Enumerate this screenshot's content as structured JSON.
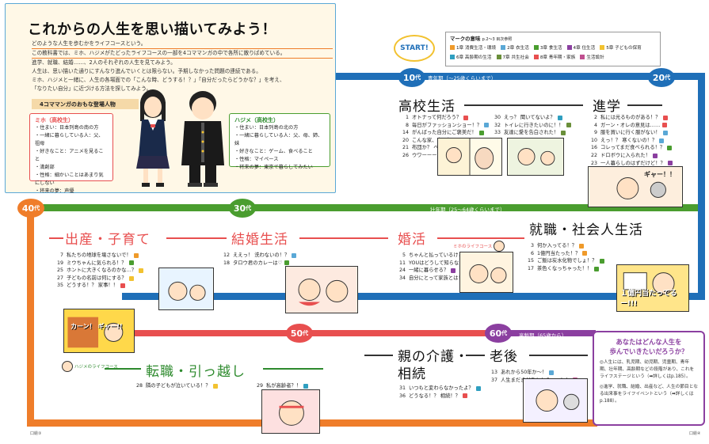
{
  "intro": {
    "title": "これからの人生を思い描いてみよう！",
    "lines": [
      "どのような人生を歩むかをライフコースという。",
      "この教科書では、ミホ、ハジメがたどったライフコースの一部を4コママンガの中で各所に散りばめている。",
      "進学、就職、結婚……、2人のそれぞれの人生を見てみよう。",
      "人生は、思い描いた通りにすんなり進んでいくとは限らない。予期しなかった問題の連続である。",
      "ミホ、ハジメと一緒に、人生の各場面での「こんな時、どうする！？」「自分だったらどうかな？」を考え、",
      "「なりたい自分」に近づける方法を探してみよう。"
    ],
    "characters_heading": "4コママンガのおもな登場人物",
    "miho": {
      "name": "ミホ（高校生）",
      "details": [
        "・住まい：日本列島の南の方",
        "・一緒に暮らしている人：父、祖母",
        "・好きなこと：アニメを見ること",
        "・満創部",
        "・性格：細かいことはあまり気にしない",
        "・将来の夢：声優"
      ]
    },
    "hajime": {
      "name": "ハジメ（高校生）",
      "details": [
        "・住まい：日本列島の北の方",
        "・一緒に暮らしている人：父、母、姉、妹",
        "・好きなこと：ゲーム、食べること",
        "・性格：マイペース",
        "・将来の夢：東京で暮らしてみたい"
      ]
    }
  },
  "legend": {
    "title": "マークの意味",
    "subtitle": "p.2～3 目次参照",
    "items": [
      {
        "label": "1章 消費生活・環境",
        "color": "#ef9a2a"
      },
      {
        "label": "2章 衣生活",
        "color": "#5aa8d6"
      },
      {
        "label": "3章 食生活",
        "color": "#4a9d2f"
      },
      {
        "label": "4章 住生活",
        "color": "#8b3fa0"
      },
      {
        "label": "5章 子どもの保育",
        "color": "#f2c230"
      },
      {
        "label": "6章 高齢期の生活",
        "color": "#2f9fc0"
      },
      {
        "label": "7章 共生社会",
        "color": "#6a8f3a"
      },
      {
        "label": "8章 青年期・家族",
        "color": "#e84f4f"
      },
      {
        "label": "生活設計",
        "color": "#c04f8f"
      }
    ]
  },
  "start_label": "START!",
  "ages": {
    "a10": "10",
    "a20": "20",
    "a30": "30",
    "a40": "40",
    "a50": "50",
    "a60": "60",
    "suffix": "代"
  },
  "periods": {
    "youth": "青年期（～25歳くらいまで）",
    "adult": "壮年期（25～64歳くらいまで）",
    "elder": "高齢期（65歳から）"
  },
  "stages": {
    "highschool": "高校生活",
    "advance": "進学",
    "work": "就職・社会人生活",
    "marriage_start": "婚活",
    "marriage": "結婚生活",
    "childbirth": "出産・子育て",
    "jobchange": "転職・引っ越し",
    "care": "親の介護・",
    "care2": "相続",
    "oldage": "老後"
  },
  "course_labels": {
    "miho": "ミホのライフコース",
    "hajime": "ハジメのライフコース"
  },
  "events": {
    "highschool_a": [
      {
        "n": "1",
        "t": "オトナって何だろう？",
        "c": "#e84f4f"
      },
      {
        "n": "8",
        "t": "毎日がファッションショー！？",
        "c": "#5aa8d6"
      },
      {
        "n": "14",
        "t": "がんばった自分にご褒美だ！",
        "c": "#4a9d2f"
      },
      {
        "n": "20",
        "t": "こんな家、出て行く！？",
        "c": "#8b3fa0"
      },
      {
        "n": "21",
        "t": "布団か？ ベッドか？",
        "c": "#8b3fa0"
      },
      {
        "n": "26",
        "t": "ウワーーーーン！！",
        "c": "#f2c230"
      }
    ],
    "highschool_b": [
      {
        "n": "30",
        "t": "えっ？ 聞いてないよ？",
        "c": "#2f9fc0"
      },
      {
        "n": "32",
        "t": "トイレに行きたいのに！！",
        "c": "#6a8f3a"
      },
      {
        "n": "33",
        "t": "友達に愛を告白された！",
        "c": "#6a8f3a"
      }
    ],
    "advance": [
      {
        "n": "2",
        "t": "私には光るものがある！？",
        "c": "#e84f4f"
      },
      {
        "n": "4",
        "t": "ガーン・オレの意見は……",
        "c": "#e84f4f"
      },
      {
        "n": "9",
        "t": "服を買いに行く服がない！",
        "c": "#5aa8d6"
      },
      {
        "n": "10",
        "t": "えっ！？ 寒くないの！？",
        "c": "#5aa8d6"
      },
      {
        "n": "16",
        "t": "コレってまだ食べられる！？",
        "c": "#4a9d2f"
      },
      {
        "n": "22",
        "t": "ドロボウに入られた！",
        "c": "#8b3fa0"
      },
      {
        "n": "23",
        "t": "一人暮らしのはずだけど！？",
        "c": "#8b3fa0"
      }
    ],
    "work": [
      {
        "n": "3",
        "t": "何か入ってる！？",
        "c": "#ef9a2a"
      },
      {
        "n": "6",
        "t": "1億円当たった！？",
        "c": "#ef9a2a"
      },
      {
        "n": "15",
        "t": "ご飯は炭水化物でしょ！？",
        "c": "#4a9d2f"
      },
      {
        "n": "17",
        "t": "茶色くなっちゃった！！",
        "c": "#4a9d2f"
      }
    ],
    "marriage_start": [
      {
        "n": "5",
        "t": "ちゃんと払っているけど…",
        "c": "#ef9a2a"
      },
      {
        "n": "11",
        "t": "YOUはどうして知らないの？",
        "c": "#5aa8d6"
      },
      {
        "n": "24",
        "t": "一緒に暮らせる？",
        "c": "#8b3fa0"
      },
      {
        "n": "34",
        "t": "自分にとって家族とは！？",
        "c": "#e84f4f"
      }
    ],
    "marriage": [
      {
        "n": "12",
        "t": "ええっ！ 洗わないの！？",
        "c": "#5aa8d6"
      },
      {
        "n": "18",
        "t": "タロウ君のカレーは♡",
        "c": "#4a9d2f"
      }
    ],
    "childbirth": [
      {
        "n": "7",
        "t": "私たちの地球を壊さないで！",
        "c": "#ef9a2a"
      },
      {
        "n": "19",
        "t": "ミウちゃんに気られる！？",
        "c": "#4a9d2f"
      },
      {
        "n": "25",
        "t": "ホントに大きくなるのかな…？",
        "c": "#f2c230"
      },
      {
        "n": "27",
        "t": "子どもの名前は何にする？",
        "c": "#f2c230"
      },
      {
        "n": "35",
        "t": "どうする！？ 家事！！",
        "c": "#e84f4f"
      }
    ],
    "jobchange": [
      {
        "n": "28",
        "t": "隣の子どもが泣いている！？",
        "c": "#f2c230"
      }
    ],
    "care": [
      {
        "n": "31",
        "t": "いつもと変わらなかったよ？",
        "c": "#2f9fc0"
      },
      {
        "n": "36",
        "t": "どうなる！？ 相続！？",
        "c": "#e84f4f"
      }
    ],
    "oldage": [
      {
        "n": "13",
        "t": "あれから50年か～！",
        "c": "#5aa8d6"
      },
      {
        "n": "37",
        "t": "人生まだまだこれから……！！",
        "c": "#c04f8f"
      }
    ],
    "extra": [
      {
        "n": "29",
        "t": "私が高齢者？！",
        "c": "#2f9fc0"
      }
    ]
  },
  "question": {
    "title_1": "あなたはどんな人生を",
    "title_2": "歩んでいきたいだろうか？",
    "p1": "◎人生には、乳児期、幼児期、児童期、青年期、壮年期、高齢期などの段階があり、これをライフステージという（➡詳しくはp.185）。",
    "p2": "◎進学、就職、結婚、出産など、人生の節目となる出来事をライフイベントという（➡詳しくはp.188）。"
  },
  "footer": {
    "left": "口絵③",
    "right": "口絵④"
  },
  "panel_texts": {
    "p1": "ギャー！！",
    "p2": "１億円当たってるー!!!",
    "p3": "カーン！ ギャー!!"
  }
}
